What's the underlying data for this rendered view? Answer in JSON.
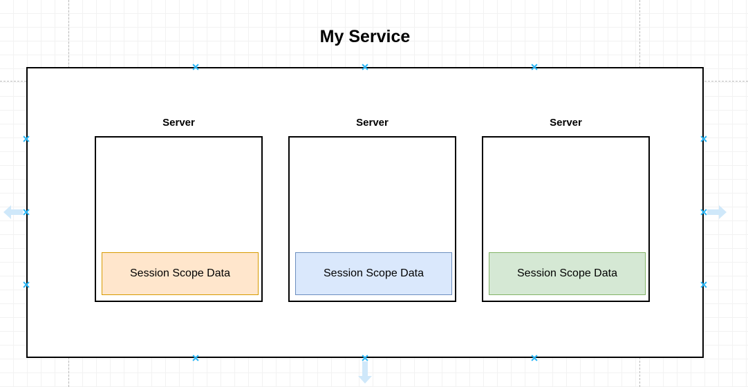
{
  "diagram": {
    "title": "My Service",
    "servers": [
      {
        "label": "Server",
        "session_box": {
          "text": "Session Scope Data",
          "fill": "#ffe6cc",
          "stroke": "#d79b00"
        }
      },
      {
        "label": "Server",
        "session_box": {
          "text": "Session Scope Data",
          "fill": "#dae8fc",
          "stroke": "#6c8ebf"
        }
      },
      {
        "label": "Server",
        "session_box": {
          "text": "Session Scope Data",
          "fill": "#d5e8d4",
          "stroke": "#82b366"
        }
      }
    ],
    "colors": {
      "container_stroke": "#000000",
      "title_text": "#000000",
      "handle": "#29b6f6",
      "arrow": "#cfe8fa",
      "grid_minor": "#f2f2f2",
      "grid_major": "#e8e8e8",
      "guide_dash": "#b8b8b8"
    },
    "arrows": [
      {
        "name": "arrow-left",
        "direction": "left"
      },
      {
        "name": "arrow-right",
        "direction": "right"
      },
      {
        "name": "arrow-down",
        "direction": "down"
      }
    ]
  }
}
